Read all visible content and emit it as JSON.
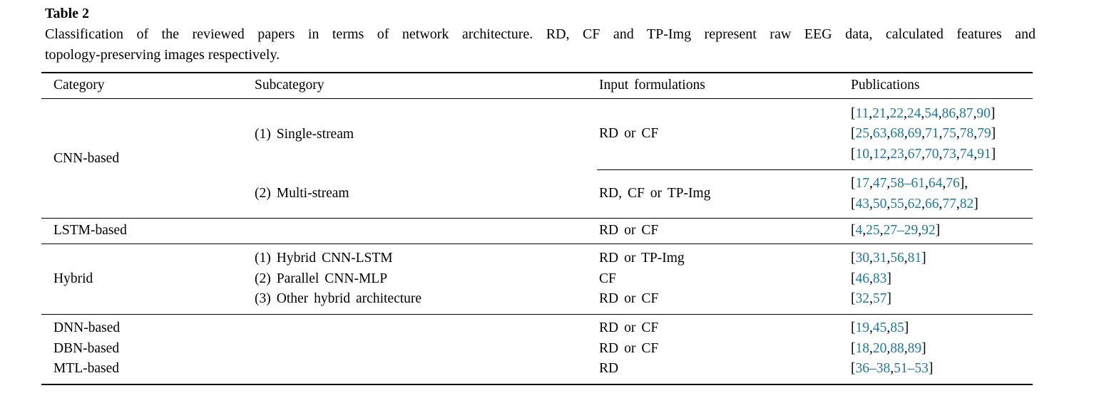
{
  "colors": {
    "citation_blue": "#1b79a9",
    "text_black": "#000000",
    "rule_black": "#000000"
  },
  "page": {
    "title": "Table 2",
    "caption_line1": "Classification of the reviewed papers in terms of network architecture. RD, CF and TP-Img represent raw EEG data, calculated features and",
    "caption_line2": "topology-preserving images respectively."
  },
  "table": {
    "headers": {
      "category": "Category",
      "subcategory": "Subcategory",
      "input": "Input formulations",
      "publications": "Publications"
    },
    "sections": [
      {
        "category": "CNN-based",
        "rows": [
          {
            "subcategory": "(1) Single-stream",
            "input": "RD or CF",
            "publications": [
              "[11,21,22,24,54,86,87,90]",
              "[25,63,68,69,71,75,78,79]",
              "[10,12,23,67,70,73,74,91]"
            ]
          },
          {
            "subcategory": "(2) Multi-stream",
            "input": "RD, CF or TP-Img",
            "publications": [
              "[17,47,58–61,64,76],",
              "[43,50,55,62,66,77,82]"
            ]
          }
        ]
      },
      {
        "category": "LSTM-based",
        "rows": [
          {
            "subcategory": "",
            "input": "RD or CF",
            "publications": [
              "[4,25,27–29,92]"
            ]
          }
        ]
      },
      {
        "category": "Hybrid",
        "rows": [
          {
            "subcategory": "(1) Hybrid CNN-LSTM",
            "input": "RD or TP-Img",
            "publications": [
              "[30,31,56,81]"
            ]
          },
          {
            "subcategory": "(2) Parallel CNN-MLP",
            "input": "CF",
            "publications": [
              "[46,83]"
            ]
          },
          {
            "subcategory": "(3) Other hybrid architecture",
            "input": "RD or CF",
            "publications": [
              "[32,57]"
            ]
          }
        ]
      },
      {
        "category": "",
        "rows": [
          {
            "category": "DNN-based",
            "subcategory": "",
            "input": "RD or CF",
            "publications": [
              "[19,45,85]"
            ]
          },
          {
            "category": "DBN-based",
            "subcategory": "",
            "input": "RD or CF",
            "publications": [
              "[18,20,88,89]"
            ]
          },
          {
            "category": "MTL-based",
            "subcategory": "",
            "input": "RD",
            "publications": [
              "[36–38,51–53]"
            ]
          }
        ]
      }
    ]
  }
}
